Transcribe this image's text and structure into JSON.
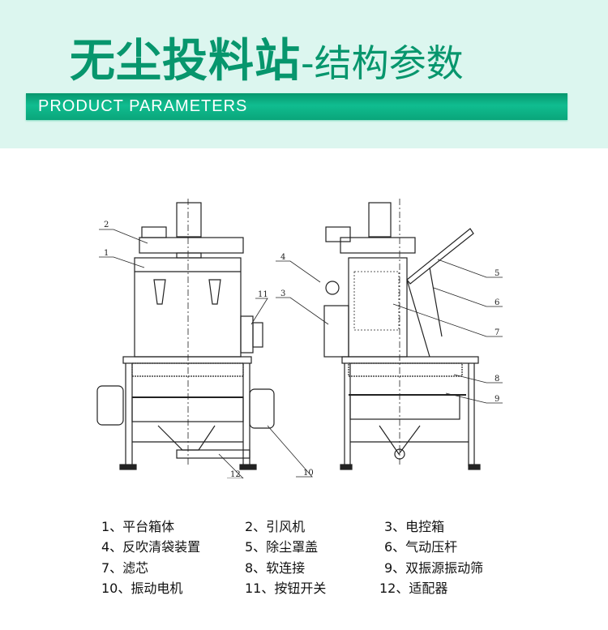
{
  "header": {
    "title_main": "无尘投料站",
    "title_sub": "-结构参数",
    "banner": "PRODUCT PARAMETERS"
  },
  "callouts": [
    "1",
    "2",
    "3",
    "4",
    "5",
    "6",
    "7",
    "8",
    "9",
    "10",
    "11",
    "12"
  ],
  "legend": [
    "1、平台箱体",
    "2、引风机",
    "3、电控箱",
    "4、反吹清袋装置",
    "5、除尘罩盖",
    "6、气动压杆",
    "7、滤芯",
    "8、软连接",
    "9、双振源振动筛",
    "10、振动电机",
    "11、按钮开关",
    "12、适配器"
  ]
}
